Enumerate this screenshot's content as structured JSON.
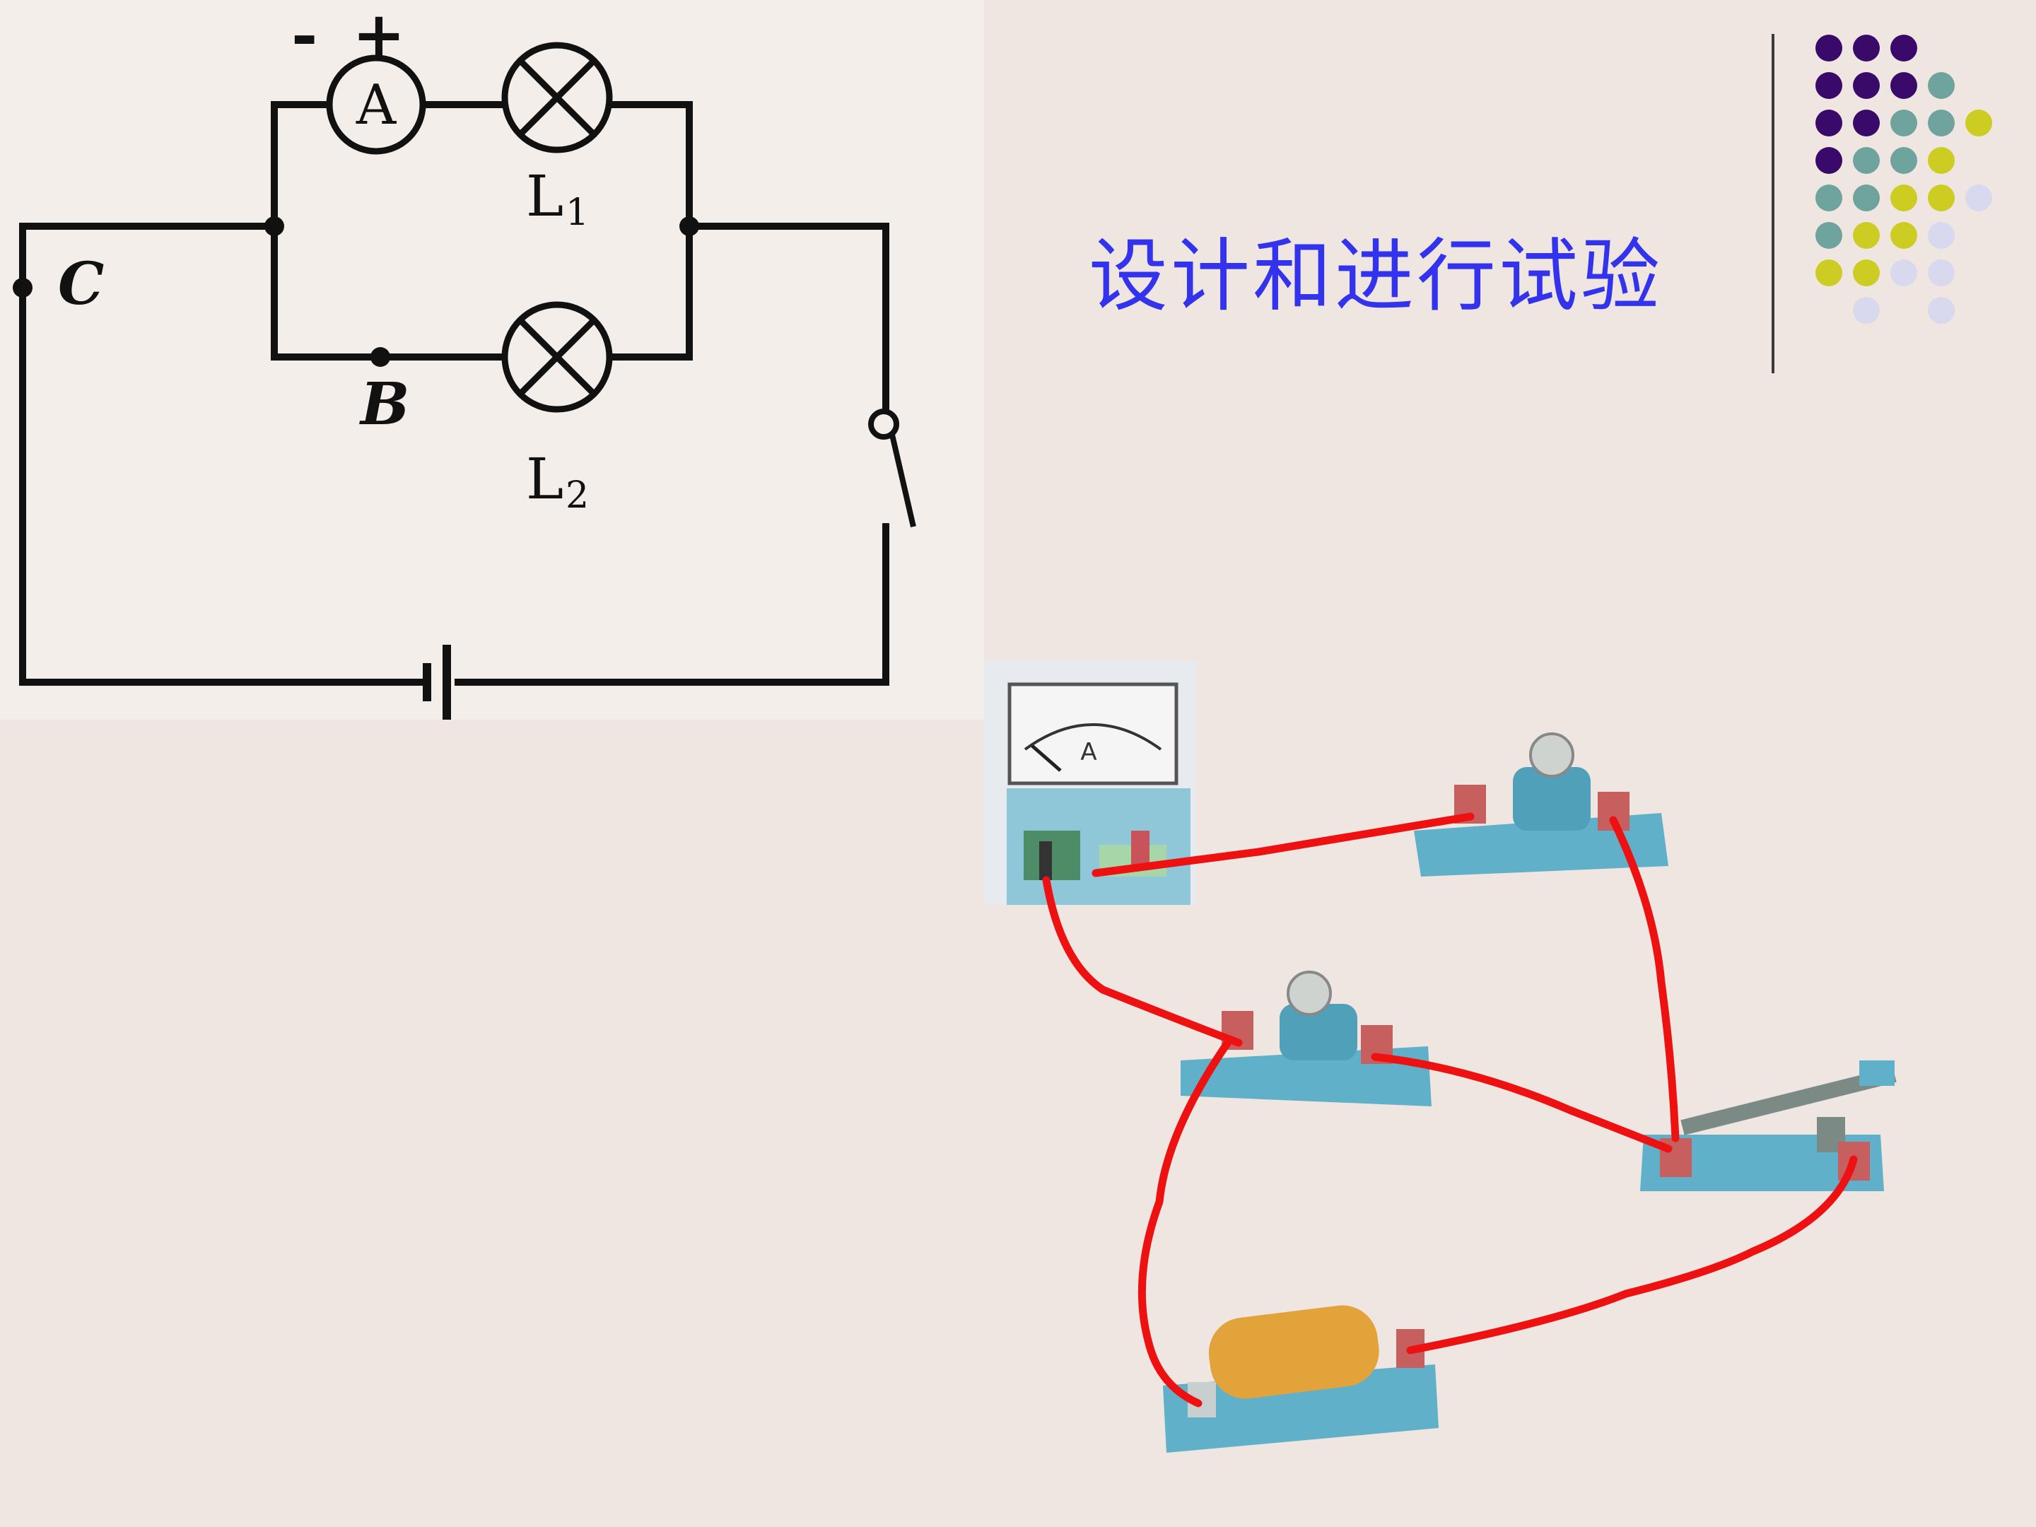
{
  "slide": {
    "title": "设计和进行试验"
  },
  "schematic": {
    "labels": {
      "ammeter": "A",
      "minus": "-",
      "plus": "+",
      "lamp1": "L",
      "lamp1_sub": "1",
      "lamp2": "L",
      "lamp2_sub": "2",
      "point_c": "C",
      "point_b": "B"
    }
  },
  "photo": {
    "ammeter_face_label": "A"
  },
  "palette": {
    "background": "#efe6e2",
    "panel": "#f4eeeb",
    "title_blue": "#3333ee",
    "wire_red": "#ee1111",
    "base_blue": "#5fb0c8",
    "dot_purple": "#3a0a6a",
    "dot_teal": "#6fa39e",
    "dot_yellow": "#cccc22",
    "dot_lavender": "#d8d8ee"
  },
  "dot_rows": [
    [
      "purple",
      "purple",
      "purple",
      "",
      "",
      ""
    ],
    [
      "purple",
      "purple",
      "purple",
      "teal",
      "",
      ""
    ],
    [
      "purple",
      "purple",
      "teal",
      "teal",
      "yellow",
      ""
    ],
    [
      "purple",
      "teal",
      "teal",
      "yellow",
      "",
      ""
    ],
    [
      "teal",
      "teal",
      "yellow",
      "yellow",
      "lavender",
      ""
    ],
    [
      "teal",
      "yellow",
      "yellow",
      "lavender",
      "",
      ""
    ],
    [
      "yellow",
      "yellow",
      "lavender",
      "lavender",
      "",
      ""
    ],
    [
      "",
      "lavender",
      "",
      "lavender",
      "",
      ""
    ]
  ]
}
